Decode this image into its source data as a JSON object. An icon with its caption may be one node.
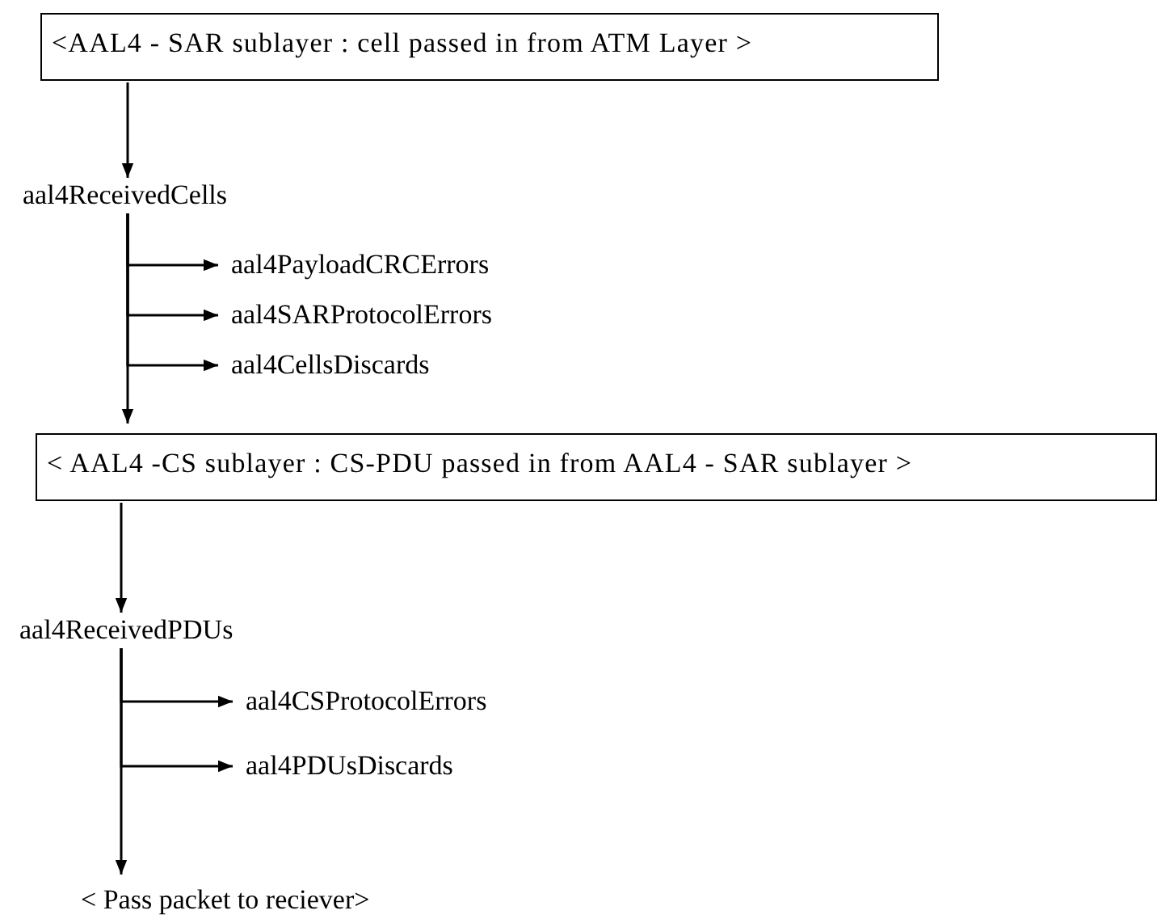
{
  "diagram": {
    "nodes": [
      {
        "text": [
          "<AAL4 - SAR sublayer : cell passed in from ATM Layer >"
        ]
      },
      {
        "text": [
          "aal4ReceivedCells"
        ]
      },
      {
        "text": [
          "aal4PayloadCRCErrors"
        ]
      },
      {
        "text": [
          "aal4SARProtocolErrors"
        ]
      },
      {
        "text": [
          "aal4CellsDiscards"
        ]
      },
      {
        "text": [
          "< AAL4 -CS sublayer : CS-PDU passed in from AAL4 - SAR sublayer >"
        ]
      },
      {
        "text": [
          "aal4ReceivedPDUs"
        ]
      },
      {
        "text": [
          "aal4CSProtocolErrors"
        ]
      },
      {
        "text": [
          "aal4PDUsDiscards"
        ]
      },
      {
        "text": [
          "< Pass packet to reciever>"
        ]
      }
    ],
    "edges": [
      {
        "from": 0,
        "to": 1,
        "arrow": "to"
      },
      {
        "from": 1,
        "to": 2,
        "arrow": "to"
      },
      {
        "from": 1,
        "to": 3,
        "arrow": "to"
      },
      {
        "from": 1,
        "to": 4,
        "arrow": "to"
      },
      {
        "from": 1,
        "to": 5,
        "arrow": "to"
      },
      {
        "from": 5,
        "to": 6,
        "arrow": "to"
      },
      {
        "from": 6,
        "to": 7,
        "arrow": "to"
      },
      {
        "from": 6,
        "to": 8,
        "arrow": "to"
      },
      {
        "from": 6,
        "to": 9,
        "arrow": "to"
      }
    ]
  }
}
